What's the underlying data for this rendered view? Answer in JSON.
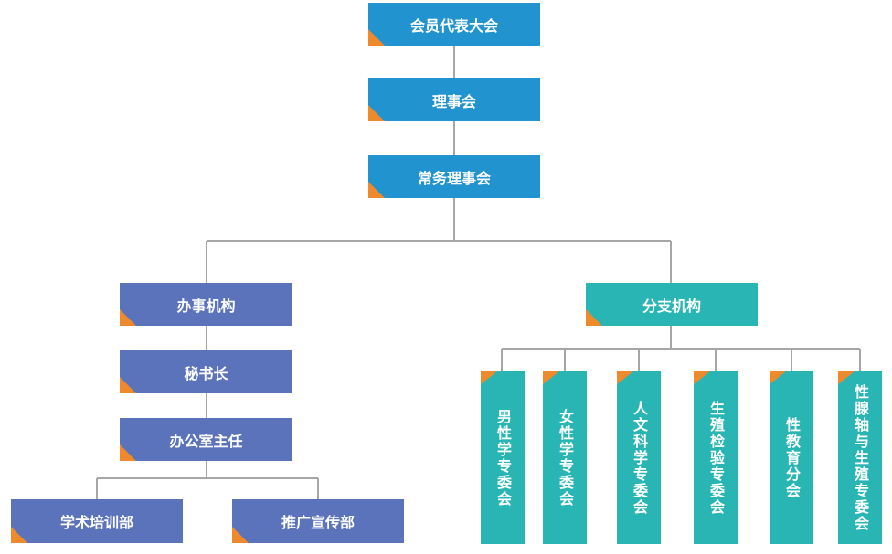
{
  "colors": {
    "top_level": "#2193cf",
    "office_branch": "#5b73bb",
    "sub_branch": "#2ab5b5",
    "accent_corner": "#ef8a2c",
    "connector": "#a6a6a6"
  },
  "top": {
    "congress": "会员代表大会",
    "council": "理事会",
    "standing_council": "常务理事会"
  },
  "office": {
    "title": "办事机构",
    "secretary_general": "秘书长",
    "office_director": "办公室主任",
    "departments": [
      "学术培训部",
      "推广宣传部"
    ]
  },
  "branches": {
    "title": "分支机构",
    "committees": [
      "男性学专委会",
      "女性学专委会",
      "人文科学专委会",
      "生殖检验专委会",
      "性教育分会",
      "性腺轴与生殖专委会"
    ]
  }
}
